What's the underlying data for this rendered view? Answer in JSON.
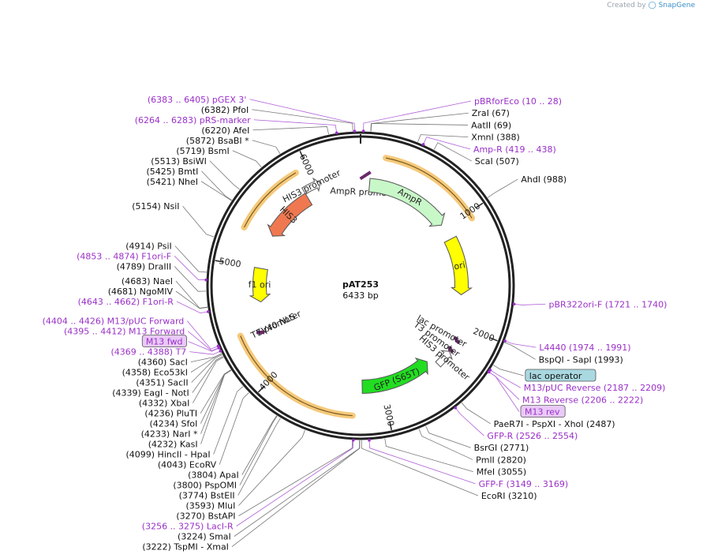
{
  "app": {
    "credit_prefix": "Created by",
    "credit_brand": "SnapGene"
  },
  "plasmid": {
    "name": "pAT253",
    "size_label": "6433 bp",
    "length": 6433
  },
  "colors": {
    "enzyme": "#111111",
    "primer": "#9a30c8",
    "feature_label": "#4d4d4d",
    "ampr": "#c8f7c8",
    "his3": "#f07850",
    "ori": "#ffff00",
    "gfp": "#22dd22",
    "f1ori": "#ffff00",
    "promoter": "#ffffff",
    "highlight": "#f5c97a"
  },
  "ruler_ticks": [
    {
      "label": "1000",
      "bp": 1000
    },
    {
      "label": "2000",
      "bp": 2000
    },
    {
      "label": "3000",
      "bp": 3000
    },
    {
      "label": "4000",
      "bp": 4000
    },
    {
      "label": "5000",
      "bp": 5000
    },
    {
      "label": "6000",
      "bp": 6000
    }
  ],
  "features": [
    {
      "label": "AmpR promoter",
      "type": "promoter",
      "start": 6430,
      "end": 90,
      "strand": 1
    },
    {
      "label": "AmpR",
      "type": "cds",
      "start": 90,
      "end": 950,
      "strand": 1,
      "color": "#c8f7c8"
    },
    {
      "label": "ori",
      "type": "rep_origin",
      "start": 1120,
      "end": 1700,
      "strand": 1,
      "color": "#ffff00"
    },
    {
      "label": "lac promoter",
      "type": "promoter",
      "start": 2120,
      "end": 2150,
      "strand": -1
    },
    {
      "label": "T3 promoter",
      "type": "promoter",
      "start": 2230,
      "end": 2250,
      "strand": -1
    },
    {
      "label": "HIS3 promoter",
      "type": "promoter",
      "start": 2260,
      "end": 2420,
      "strand": -1
    },
    {
      "label": "GFP (S65T)",
      "type": "cds",
      "start": 2480,
      "end": 3200,
      "strand": -1,
      "color": "#22dd22"
    },
    {
      "label": "SV40 NLS",
      "type": "misc",
      "start": 4360,
      "end": 4395,
      "strand": -1
    },
    {
      "label": "T7 promoter",
      "type": "promoter",
      "start": 4369,
      "end": 4388,
      "strand": -1
    },
    {
      "label": "f1 ori",
      "type": "rep_origin",
      "start": 4660,
      "end": 5000,
      "strand": -1,
      "color": "#ffff00"
    },
    {
      "label": "HIS3 promoter",
      "type": "promoter",
      "start": 5880,
      "end": 6050,
      "strand": 1
    },
    {
      "label": "HIS3",
      "type": "cds",
      "start": 5350,
      "end": 5880,
      "strand": -1,
      "color": "#f07850"
    }
  ],
  "highlights": [
    {
      "start": 200,
      "end": 1050
    },
    {
      "start": 3280,
      "end": 4420
    },
    {
      "start": 5300,
      "end": 5900
    }
  ],
  "labels": [
    {
      "text": "(6383 .. 6405)  pGEX 3'",
      "kind": "primer",
      "bp": 6394
    },
    {
      "text": "pBRforEco     (10 .. 28)",
      "kind": "primer",
      "bp": 19
    },
    {
      "text": "(6382)  PfoI",
      "kind": "enzyme",
      "bp": 6382
    },
    {
      "text": "ZraI   (67)",
      "kind": "enzyme",
      "bp": 67
    },
    {
      "text": "AatII   (69)",
      "kind": "enzyme",
      "bp": 69
    },
    {
      "text": "(6264 .. 6283)  pRS-marker",
      "kind": "primer",
      "bp": 6274
    },
    {
      "text": "XmnI   (388)",
      "kind": "enzyme",
      "bp": 388
    },
    {
      "text": "(6220)  AfeI",
      "kind": "enzyme",
      "bp": 6220
    },
    {
      "text": "Amp-R     (419 .. 438)",
      "kind": "primer",
      "bp": 428
    },
    {
      "text": "(5872)  BsaBI *",
      "kind": "enzyme",
      "bp": 5872
    },
    {
      "text": "ScaI   (507)",
      "kind": "enzyme",
      "bp": 507
    },
    {
      "text": "(5719)  BsmI",
      "kind": "enzyme",
      "bp": 5719
    },
    {
      "text": "(5513)  BsiWI",
      "kind": "enzyme",
      "bp": 5513
    },
    {
      "text": "(5425)  BmtI",
      "kind": "enzyme",
      "bp": 5425
    },
    {
      "text": "AhdI   (988)",
      "kind": "enzyme",
      "bp": 988
    },
    {
      "text": "(5421)  NheI",
      "kind": "enzyme",
      "bp": 5421
    },
    {
      "text": "(5154)  NsiI",
      "kind": "enzyme",
      "bp": 5154
    },
    {
      "text": "(4914)  PsiI",
      "kind": "enzyme",
      "bp": 4914
    },
    {
      "text": "(4853 .. 4874)  F1ori-F",
      "kind": "primer",
      "bp": 4863
    },
    {
      "text": "(4789)  DraIII",
      "kind": "enzyme",
      "bp": 4789
    },
    {
      "text": "(4683)  NaeI",
      "kind": "enzyme",
      "bp": 4683
    },
    {
      "text": "(4681)  NgoMIV",
      "kind": "enzyme",
      "bp": 4681
    },
    {
      "text": "(4643 .. 4662)  F1ori-R",
      "kind": "primer",
      "bp": 4652
    },
    {
      "text": "(4404 .. 4426)  M13/pUC Forward",
      "kind": "primer",
      "bp": 4415
    },
    {
      "text": "(4395 .. 4412)  M13 Forward",
      "kind": "primer",
      "bp": 4403
    },
    {
      "text": "pBR322ori-F     (1721 .. 1740)",
      "kind": "primer",
      "bp": 1730
    },
    {
      "text": "M13 fwd",
      "kind": "boxed_primer",
      "bp": 4400
    },
    {
      "text": "(4369 .. 4388)  T7",
      "kind": "primer",
      "bp": 4378
    },
    {
      "text": "(4360)  SacI",
      "kind": "enzyme",
      "bp": 4360
    },
    {
      "text": "L4440     (1974 .. 1991)",
      "kind": "primer",
      "bp": 1982
    },
    {
      "text": "(4358)  Eco53kI",
      "kind": "enzyme",
      "bp": 4358
    },
    {
      "text": "BspQI  - SapI   (1993)",
      "kind": "enzyme",
      "bp": 1993
    },
    {
      "text": "(4351)  SacII",
      "kind": "enzyme",
      "bp": 4351
    },
    {
      "text": "(4339)  EagI  - NotI",
      "kind": "enzyme",
      "bp": 4339
    },
    {
      "text": "M13/pUC Reverse     (2187 .. 2209)",
      "kind": "primer",
      "bp": 2198
    },
    {
      "text": "(4332)  XbaI",
      "kind": "enzyme",
      "bp": 4332
    },
    {
      "text": "lac operator",
      "kind": "boxed_feature",
      "bp": 2160
    },
    {
      "text": "(4236)  PluTI",
      "kind": "enzyme",
      "bp": 4236
    },
    {
      "text": "(4234)  SfoI",
      "kind": "enzyme",
      "bp": 4234
    },
    {
      "text": "M13 Reverse     (2206 .. 2222)",
      "kind": "primer",
      "bp": 2214
    },
    {
      "text": "(4233)  NarI *",
      "kind": "enzyme",
      "bp": 4233
    },
    {
      "text": "(4232)  KasI",
      "kind": "enzyme",
      "bp": 4232
    },
    {
      "text": "M13 rev",
      "kind": "boxed_primer",
      "bp": 2214
    },
    {
      "text": "(4099)  HincII  - HpaI",
      "kind": "enzyme",
      "bp": 4099
    },
    {
      "text": "PaeR7I  - PspXI  - XhoI   (2487)",
      "kind": "enzyme",
      "bp": 2487
    },
    {
      "text": "(4043)  EcoRV",
      "kind": "enzyme",
      "bp": 4043
    },
    {
      "text": "GFP-R     (2526 .. 2554)",
      "kind": "primer",
      "bp": 2540
    },
    {
      "text": "(3804)  ApaI",
      "kind": "enzyme",
      "bp": 3804
    },
    {
      "text": "(3800)  PspOMI",
      "kind": "enzyme",
      "bp": 3800
    },
    {
      "text": "BsrGI   (2771)",
      "kind": "enzyme",
      "bp": 2771
    },
    {
      "text": "(3774)  BstEII",
      "kind": "enzyme",
      "bp": 3774
    },
    {
      "text": "PmlI   (2820)",
      "kind": "enzyme",
      "bp": 2820
    },
    {
      "text": "(3593)  MluI",
      "kind": "enzyme",
      "bp": 3593
    },
    {
      "text": "MfeI   (3055)",
      "kind": "enzyme",
      "bp": 3055
    },
    {
      "text": "(3256 .. 3275)  LacI-R",
      "kind": "primer",
      "bp": 3265
    },
    {
      "text": "GFP-F     (3149 .. 3169)",
      "kind": "primer",
      "bp": 3159
    },
    {
      "text": "(3270)  BstAPI",
      "kind": "enzyme",
      "bp": 3270
    },
    {
      "text": "(3224)  SmaI",
      "kind": "enzyme",
      "bp": 3224
    },
    {
      "text": "EcoRI   (3210)",
      "kind": "enzyme",
      "bp": 3210
    },
    {
      "text": "(3222)  TspMI   - XmaI",
      "kind": "enzyme",
      "bp": 3222
    }
  ]
}
